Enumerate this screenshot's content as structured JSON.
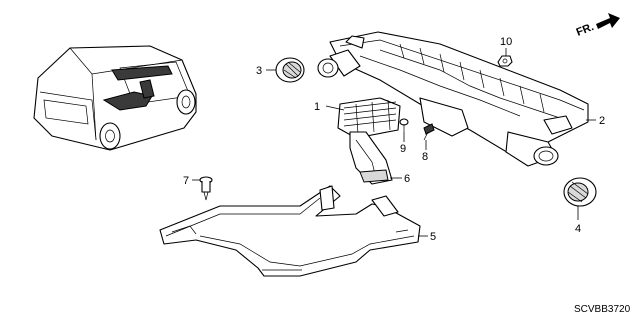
{
  "diagram": {
    "orientation_label": "FR.",
    "diagram_code": "SCVBB3720",
    "callouts": [
      "1",
      "2",
      "3",
      "4",
      "5",
      "6",
      "7",
      "8",
      "9",
      "10"
    ]
  },
  "colors": {
    "line": "#000000",
    "background": "#ffffff",
    "shade": "#d9d9d9"
  }
}
